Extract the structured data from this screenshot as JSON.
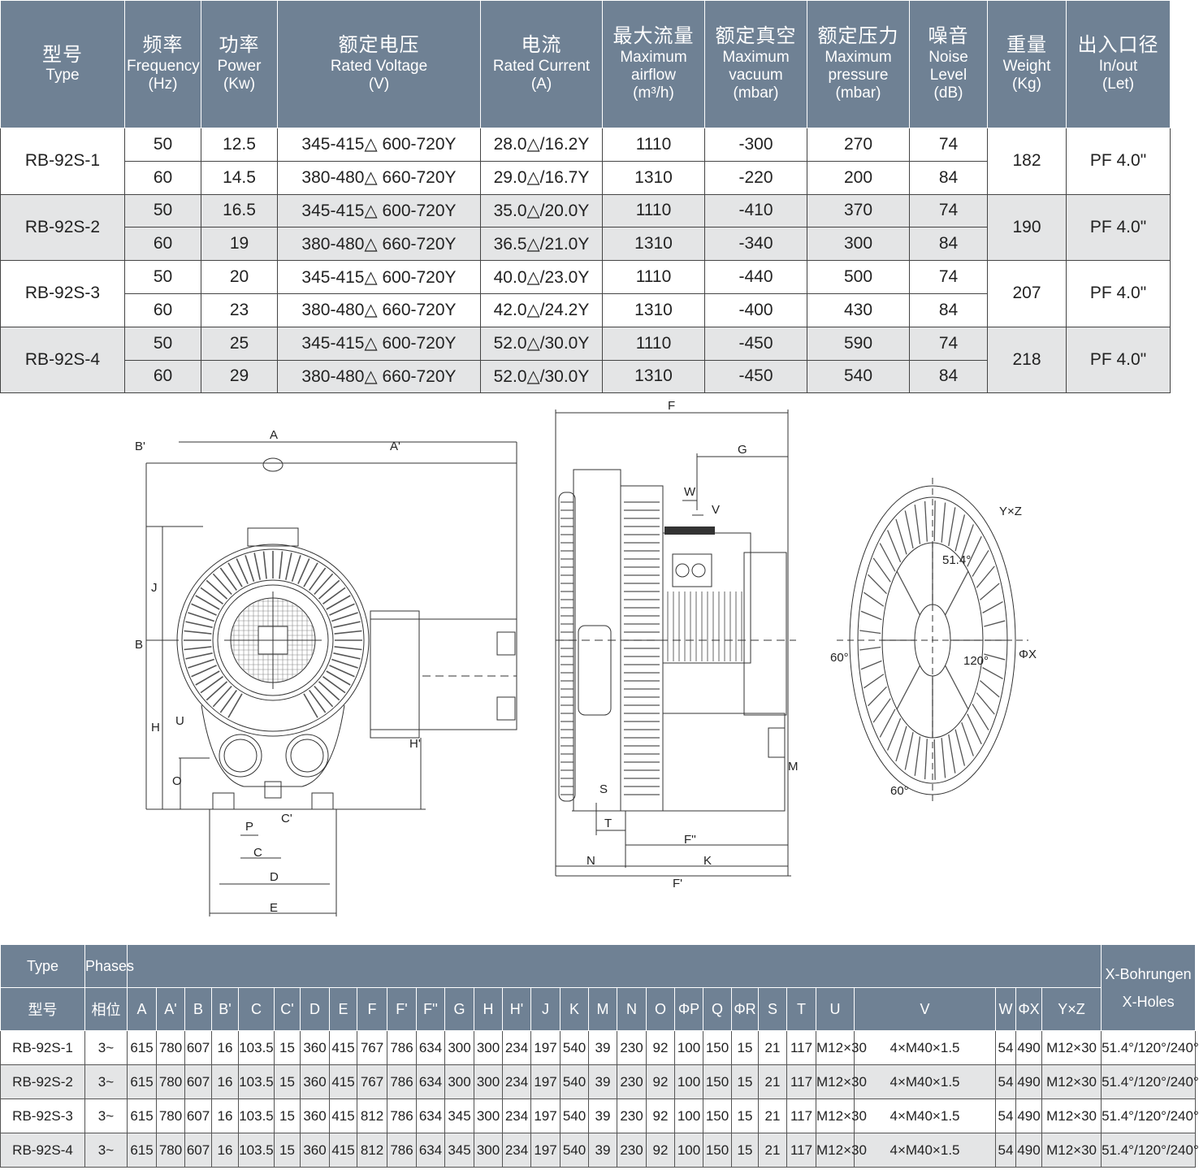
{
  "spec_table": {
    "headers": [
      {
        "zh": "型号",
        "en": [
          "Type"
        ]
      },
      {
        "zh": "频率",
        "en": [
          "Frequency",
          "(Hz)"
        ]
      },
      {
        "zh": "功率",
        "en": [
          "Power",
          "(Kw)"
        ]
      },
      {
        "zh": "额定电压",
        "en": [
          "Rated Voltage",
          "(V)"
        ]
      },
      {
        "zh": "电流",
        "en": [
          "Rated Current",
          "(A)"
        ]
      },
      {
        "zh": "最大流量",
        "en": [
          "Maximum",
          "airflow",
          "(m³/h)"
        ]
      },
      {
        "zh": "额定真空",
        "en": [
          "Maximum",
          "vacuum",
          "(mbar)"
        ]
      },
      {
        "zh": "额定压力",
        "en": [
          "Maximum",
          "pressure",
          "(mbar)"
        ]
      },
      {
        "zh": "噪音",
        "en": [
          "Noise Level",
          "(dB)"
        ]
      },
      {
        "zh": "重量",
        "en": [
          "Weight",
          "(Kg)"
        ]
      },
      {
        "zh": "出入口径",
        "en": [
          "In/out",
          "(Let)"
        ]
      }
    ],
    "models": [
      {
        "type": "RB-92S-1",
        "weight": "182",
        "inout": "PF 4.0\"",
        "rows": [
          [
            "50",
            "12.5",
            "345-415△ 600-720Y",
            "28.0△/16.2Y",
            "1110",
            "-300",
            "270",
            "74"
          ],
          [
            "60",
            "14.5",
            "380-480△ 660-720Y",
            "29.0△/16.7Y",
            "1310",
            "-220",
            "200",
            "84"
          ]
        ]
      },
      {
        "type": "RB-92S-2",
        "weight": "190",
        "inout": "PF 4.0\"",
        "rows": [
          [
            "50",
            "16.5",
            "345-415△ 600-720Y",
            "35.0△/20.0Y",
            "1110",
            "-410",
            "370",
            "74"
          ],
          [
            "60",
            "19",
            "380-480△ 660-720Y",
            "36.5△/21.0Y",
            "1310",
            "-340",
            "300",
            "84"
          ]
        ]
      },
      {
        "type": "RB-92S-3",
        "weight": "207",
        "inout": "PF 4.0\"",
        "rows": [
          [
            "50",
            "20",
            "345-415△ 600-720Y",
            "40.0△/23.0Y",
            "1110",
            "-440",
            "500",
            "74"
          ],
          [
            "60",
            "23",
            "380-480△ 660-720Y",
            "42.0△/24.2Y",
            "1310",
            "-400",
            "430",
            "84"
          ]
        ]
      },
      {
        "type": "RB-92S-4",
        "weight": "218",
        "inout": "PF 4.0\"",
        "rows": [
          [
            "50",
            "25",
            "345-415△ 600-720Y",
            "52.0△/30.0Y",
            "1110",
            "-450",
            "590",
            "74"
          ],
          [
            "60",
            "29",
            "380-480△ 660-720Y",
            "52.0△/30.0Y",
            "1310",
            "-450",
            "540",
            "84"
          ]
        ]
      }
    ]
  },
  "drawing_labels": {
    "front": [
      "A",
      "A'",
      "B'",
      "B",
      "J",
      "H",
      "U",
      "O",
      "P",
      "C",
      "C'",
      "D",
      "E",
      "H'"
    ],
    "side": [
      "F",
      "G",
      "W",
      "V",
      "S",
      "T",
      "F''",
      "N",
      "K",
      "F'",
      "M"
    ],
    "flange": [
      "Y×Z",
      "51.4°",
      "60°",
      "120°",
      "ΦX",
      "60°"
    ]
  },
  "dims_table": {
    "top_headers": {
      "type": "Type",
      "phases": "Phases",
      "holes": [
        "X-Bohrungen",
        "X-Holes"
      ]
    },
    "sub_headers": {
      "type": "型号",
      "phases": "相位"
    },
    "columns": [
      "A",
      "A'",
      "B",
      "B'",
      "C",
      "C'",
      "D",
      "E",
      "F",
      "F'",
      "F''",
      "G",
      "H",
      "H'",
      "J",
      "K",
      "M",
      "N",
      "O",
      "ΦP",
      "Q",
      "ΦR",
      "S",
      "T",
      "U",
      "V",
      "W",
      "ΦX",
      "Y×Z"
    ],
    "rows": [
      [
        "RB-92S-1",
        "3~",
        "615",
        "780",
        "607",
        "16",
        "103.5",
        "15",
        "360",
        "415",
        "767",
        "786",
        "634",
        "300",
        "300",
        "234",
        "197",
        "540",
        "39",
        "230",
        "92",
        "100",
        "150",
        "15",
        "21",
        "117",
        "M12×30",
        "4×M40×1.5",
        "54",
        "490",
        "M12×30",
        "51.4°/120°/240°"
      ],
      [
        "RB-92S-2",
        "3~",
        "615",
        "780",
        "607",
        "16",
        "103.5",
        "15",
        "360",
        "415",
        "767",
        "786",
        "634",
        "300",
        "300",
        "234",
        "197",
        "540",
        "39",
        "230",
        "92",
        "100",
        "150",
        "15",
        "21",
        "117",
        "M12×30",
        "4×M40×1.5",
        "54",
        "490",
        "M12×30",
        "51.4°/120°/240°"
      ],
      [
        "RB-92S-3",
        "3~",
        "615",
        "780",
        "607",
        "16",
        "103.5",
        "15",
        "360",
        "415",
        "812",
        "786",
        "634",
        "345",
        "300",
        "234",
        "197",
        "540",
        "39",
        "230",
        "92",
        "100",
        "150",
        "15",
        "21",
        "117",
        "M12×30",
        "4×M40×1.5",
        "54",
        "490",
        "M12×30",
        "51.4°/120°/240°"
      ],
      [
        "RB-92S-4",
        "3~",
        "615",
        "780",
        "607",
        "16",
        "103.5",
        "15",
        "360",
        "415",
        "812",
        "786",
        "634",
        "345",
        "300",
        "234",
        "197",
        "540",
        "39",
        "230",
        "92",
        "100",
        "150",
        "15",
        "21",
        "117",
        "M12×30",
        "4×M40×1.5",
        "54",
        "490",
        "M12×30",
        "51.4°/120°/240°"
      ]
    ]
  }
}
